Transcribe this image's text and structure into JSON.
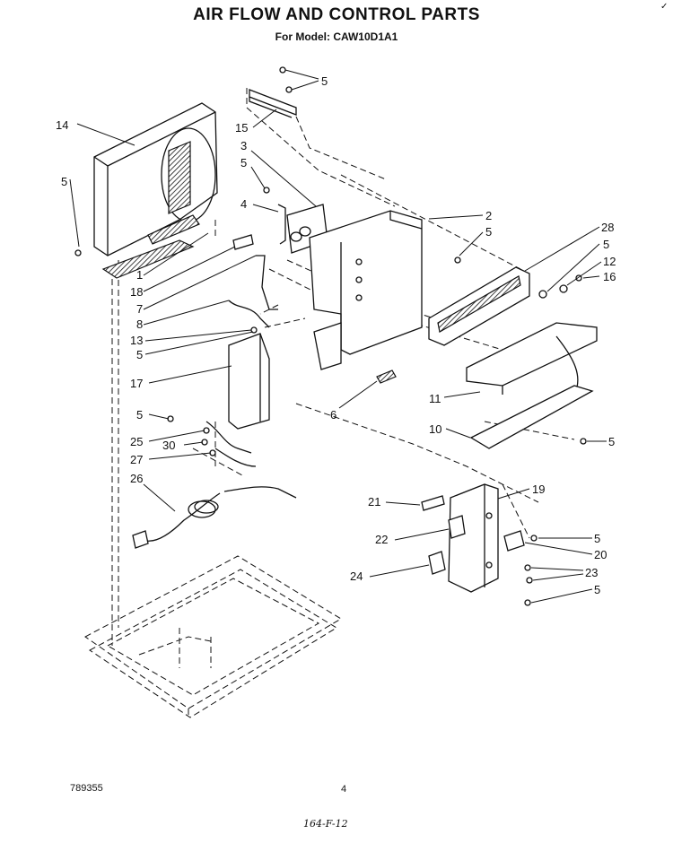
{
  "title": "AIR FLOW AND CONTROL PARTS",
  "subtitle": "For Model: CAW10D1A1",
  "footer": {
    "part_code": "789355",
    "page_number": "4",
    "handwritten_note": "164-F-12",
    "corner_mark": "✓"
  },
  "callouts": [
    {
      "id": "c5a",
      "text": "5"
    },
    {
      "id": "c14",
      "text": "14"
    },
    {
      "id": "c15",
      "text": "15"
    },
    {
      "id": "c3",
      "text": "3"
    },
    {
      "id": "c5b",
      "text": "5"
    },
    {
      "id": "c4",
      "text": "4"
    },
    {
      "id": "c5c",
      "text": "5"
    },
    {
      "id": "c2",
      "text": "2"
    },
    {
      "id": "c5d",
      "text": "5"
    },
    {
      "id": "c28",
      "text": "28"
    },
    {
      "id": "c5e",
      "text": "5"
    },
    {
      "id": "c12",
      "text": "12"
    },
    {
      "id": "c16",
      "text": "16"
    },
    {
      "id": "c1",
      "text": "1"
    },
    {
      "id": "c18",
      "text": "18"
    },
    {
      "id": "c7",
      "text": "7"
    },
    {
      "id": "c8",
      "text": "8"
    },
    {
      "id": "c13",
      "text": "13"
    },
    {
      "id": "c5f",
      "text": "5"
    },
    {
      "id": "c17",
      "text": "17"
    },
    {
      "id": "c6",
      "text": "6"
    },
    {
      "id": "c11",
      "text": "11"
    },
    {
      "id": "c10",
      "text": "10"
    },
    {
      "id": "c5g",
      "text": "5"
    },
    {
      "id": "c5h",
      "text": "5"
    },
    {
      "id": "c25",
      "text": "25"
    },
    {
      "id": "c30",
      "text": "30"
    },
    {
      "id": "c27",
      "text": "27"
    },
    {
      "id": "c26",
      "text": "26"
    },
    {
      "id": "c21",
      "text": "21"
    },
    {
      "id": "c19",
      "text": "19"
    },
    {
      "id": "c22",
      "text": "22"
    },
    {
      "id": "c5i",
      "text": "5"
    },
    {
      "id": "c20",
      "text": "20"
    },
    {
      "id": "c24",
      "text": "24"
    },
    {
      "id": "c23",
      "text": "23"
    },
    {
      "id": "c5j",
      "text": "5"
    }
  ]
}
